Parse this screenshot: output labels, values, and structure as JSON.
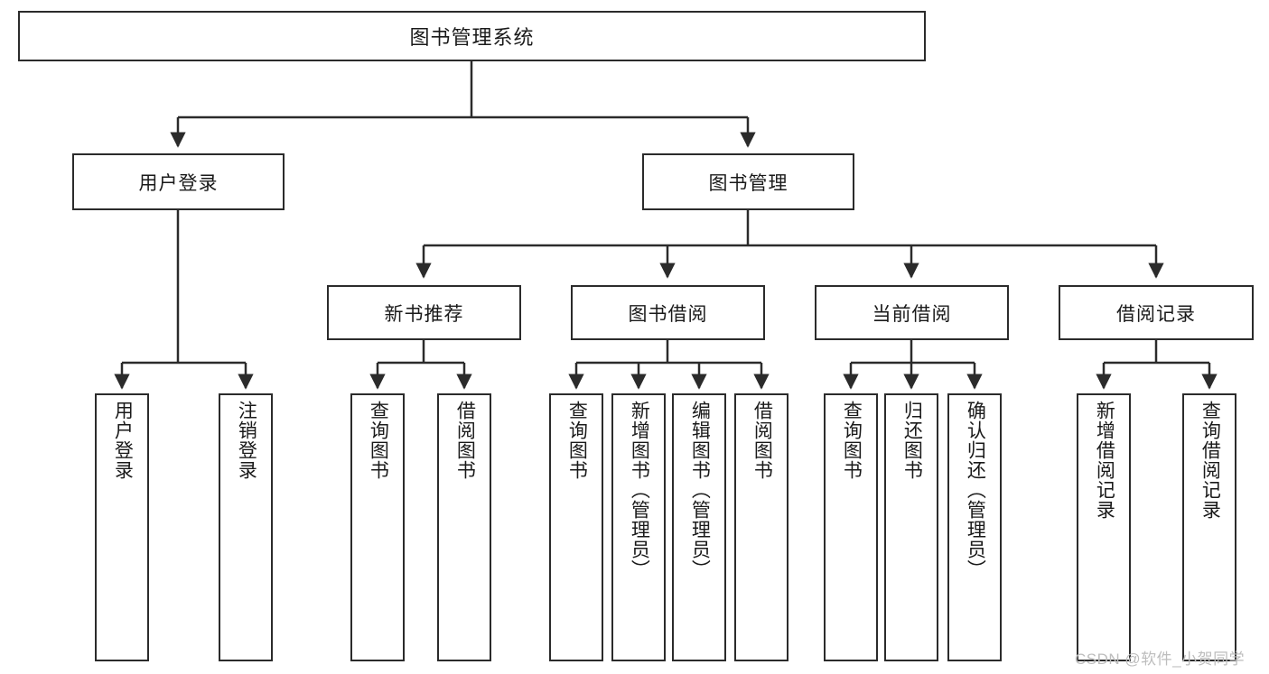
{
  "diagram": {
    "title": "图书管理系统",
    "type": "hierarchy-tree",
    "orientation": "top-down",
    "colors": {
      "node_border": "#2b2b2b",
      "node_fill": "#ffffff",
      "edge": "#2b2b2b",
      "text": "#1a1a1a",
      "watermark": "#bdbdbd",
      "background": "#ffffff"
    },
    "root": {
      "label": "图书管理系统"
    },
    "level2": [
      {
        "label": "用户登录"
      },
      {
        "label": "图书管理"
      }
    ],
    "level3": [
      {
        "label": "新书推荐"
      },
      {
        "label": "图书借阅"
      },
      {
        "label": "当前借阅"
      },
      {
        "label": "借阅记录"
      }
    ],
    "leaves": {
      "user_login": [
        {
          "label": "用户登录"
        },
        {
          "label": "注销登录"
        }
      ],
      "new_book_recommend": [
        {
          "label": "查询图书"
        },
        {
          "label": "借阅图书"
        }
      ],
      "book_borrow": [
        {
          "label": "查询图书"
        },
        {
          "label": "新增图书（管理员）"
        },
        {
          "label": "编辑图书（管理员）"
        },
        {
          "label": "借阅图书"
        }
      ],
      "current_borrow": [
        {
          "label": "查询图书"
        },
        {
          "label": "归还图书"
        },
        {
          "label": "确认归还（管理员）"
        }
      ],
      "borrow_record": [
        {
          "label": "新增借阅记录"
        },
        {
          "label": "查询借阅记录"
        }
      ]
    }
  },
  "watermark": {
    "text": "CSDN @软件_小贺同学"
  }
}
